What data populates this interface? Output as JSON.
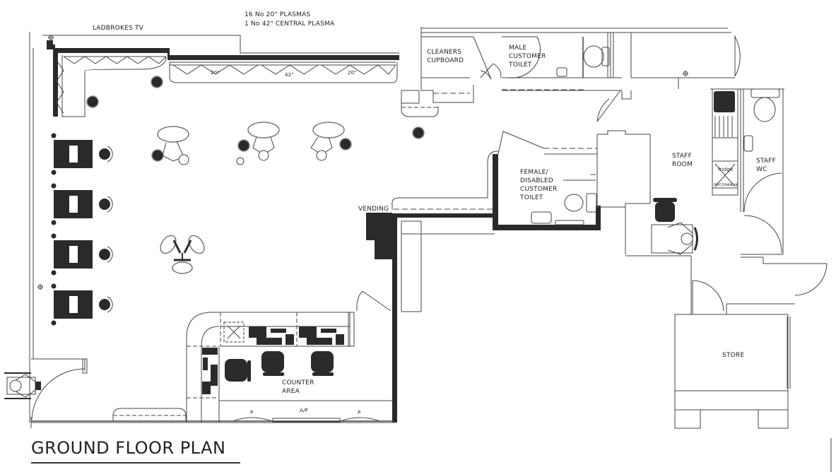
{
  "title": "GROUND FLOOR PLAN",
  "annotations": {
    "ladbrokes_tv": "LADBROKES TV",
    "plasma_line1": "16 No 20\" PLASMAS",
    "plasma_line2": "1 No 42\" CENTRAL PLASMA",
    "screen_left": "20\"",
    "screen_center": "42\"",
    "screen_right": "20\"",
    "vending": "VENDING",
    "fridge": "fridge",
    "microwave": "microwave",
    "position_p_left": "P",
    "position_ap": "A/P",
    "position_p_right": "P"
  },
  "rooms": [
    {
      "id": "cleaners-cupboard",
      "label": "CLEANERS\nCUPBOARD"
    },
    {
      "id": "male-toilet",
      "label": "MALE\nCUSTOMER\nTOILET"
    },
    {
      "id": "female-disabled-toilet",
      "label": "FEMALE/\nDISABLED\nCUSTOMER\nTOILET"
    },
    {
      "id": "staff-room",
      "label": "STAFF\nROOM"
    },
    {
      "id": "staff-wc",
      "label": "STAFF\nWC"
    },
    {
      "id": "store",
      "label": "STORE"
    },
    {
      "id": "counter-area",
      "label": "COUNTER\nAREA"
    }
  ],
  "colors": {
    "wall_fill": "#2a2a2a",
    "line": "#444444",
    "background": "#ffffff",
    "furniture": "#2b2b2b"
  },
  "furniture_counts": {
    "gaming_machines": 4,
    "betting_stations": 3,
    "counter_chairs": 3
  }
}
